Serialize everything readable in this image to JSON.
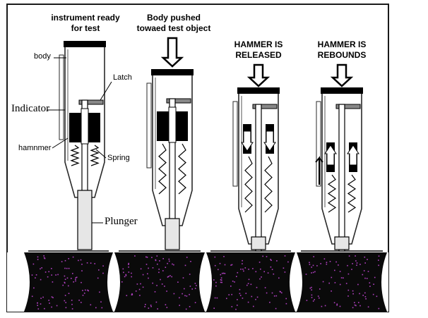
{
  "title_row": {
    "ready": [
      "instrument ready",
      "for test"
    ],
    "pushed": [
      "Body pushed",
      "towaed test object"
    ],
    "released": [
      "HAMMER IS",
      "RELEASED"
    ],
    "rebounds": [
      "HAMMER IS",
      "REBOUNDS"
    ]
  },
  "parts": {
    "body": "body",
    "latch": "Latch",
    "indicator": "Indicator",
    "hammer": "hamnmer",
    "spring": "Spring",
    "plunger": "Plunger"
  },
  "colors": {
    "ground": "#0a0a0a",
    "speckle": "#b040c0",
    "ink": "#000000",
    "outline": "#2a2a2a",
    "frame": "#1a1a1a"
  },
  "icons": {
    "push_arrow": "down-arrow-icon",
    "rebound_arrow": "up-arrow-icon"
  }
}
